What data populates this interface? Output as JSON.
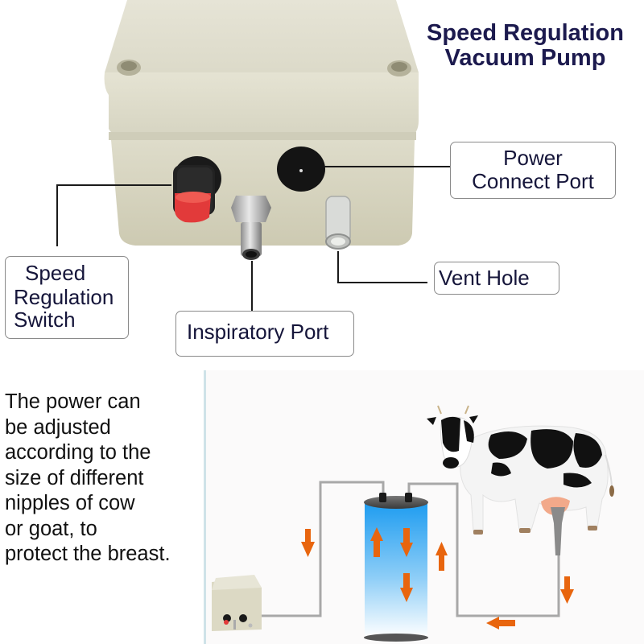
{
  "title": {
    "line1": "Speed Regulation",
    "line2": "Vacuum Pump"
  },
  "callouts": {
    "power_port": {
      "line1": "Power",
      "line2": "Connect Port"
    },
    "vent_hole": {
      "label": "Vent Hole"
    },
    "speed_switch": {
      "line1": "Speed",
      "line2": "Regulation",
      "line3": "Switch"
    },
    "inspiratory_port": {
      "label": "Inspiratory Port"
    }
  },
  "description": {
    "lines": [
      "The power can",
      "be adjusted",
      "according to the",
      "size of different",
      "nipples of cow",
      "or goat, to",
      "protect the breast."
    ]
  },
  "colors": {
    "title": "#1c1a4e",
    "housing": "#e4e2d3",
    "knob_red": "#e23a3a",
    "arrow_orange": "#e8650e",
    "tank_blue": "#1e9cf0",
    "pipe_gray": "#a8a8a8"
  },
  "icons": {
    "flow_arrows": "arrow-icon"
  }
}
